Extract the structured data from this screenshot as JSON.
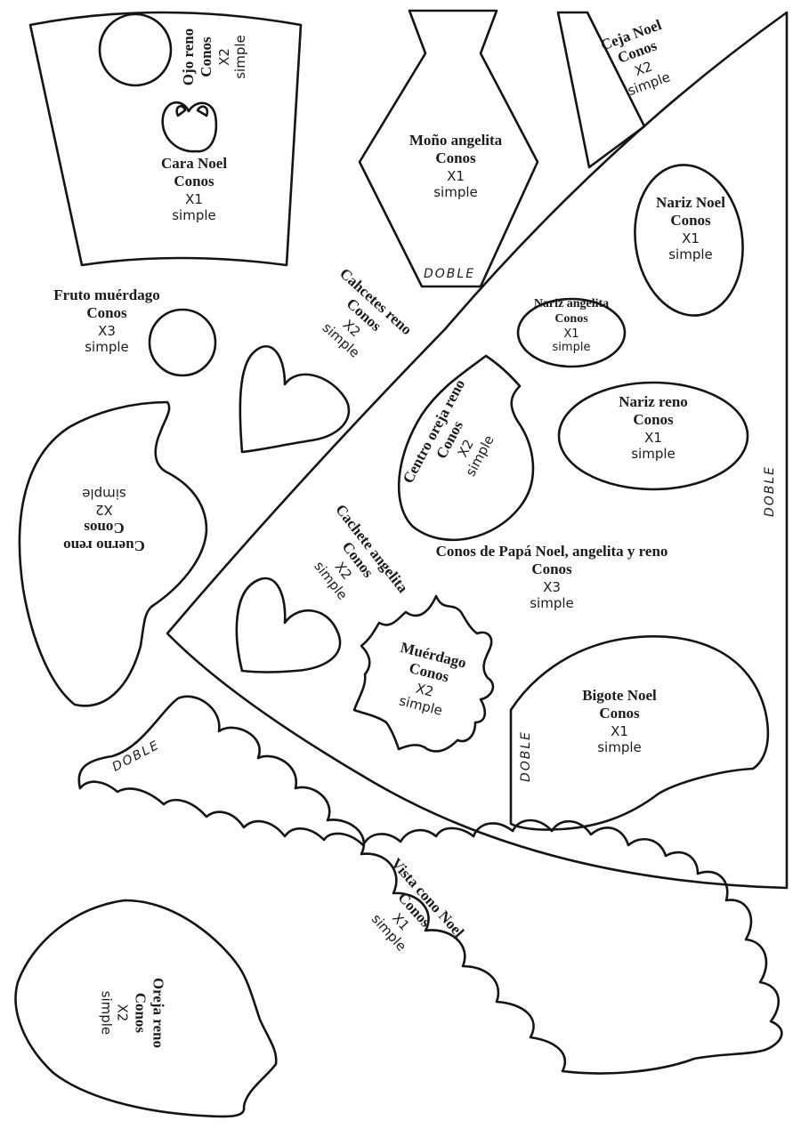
{
  "pieces": {
    "cara_noel": {
      "title": [
        "Cara Noel",
        "Conos"
      ],
      "qty": "X1",
      "type": "simple"
    },
    "ojo_reno": {
      "title": [
        "Ojo reno",
        "Conos"
      ],
      "qty": "X2",
      "type": "simple"
    },
    "mono_angelita": {
      "title": [
        "Moño angelita",
        "Conos"
      ],
      "qty": "X1",
      "type": "simple",
      "fold": "DOBLE"
    },
    "ceja_noel": {
      "title": [
        "Ceja Noel",
        "Conos"
      ],
      "qty": "X2",
      "type": "simple"
    },
    "fruto_muerdago": {
      "title": [
        "Fruto muérdago",
        "Conos"
      ],
      "qty": "X3",
      "type": "simple"
    },
    "cachetes_reno": {
      "title": [
        "Cahcetes reno",
        "Conos"
      ],
      "qty": "X2",
      "type": "simple"
    },
    "nariz_noel": {
      "title": [
        "Nariz Noel",
        "Conos"
      ],
      "qty": "X1",
      "type": "simple"
    },
    "nariz_angelita": {
      "title": [
        "Nariz angelita",
        "Conos"
      ],
      "qty": "X1",
      "type": "simple"
    },
    "nariz_reno": {
      "title": [
        "Nariz reno",
        "Conos"
      ],
      "qty": "X1",
      "type": "simple"
    },
    "centro_oreja": {
      "title": [
        "Centro oreja reno",
        "Conos"
      ],
      "qty": "X2",
      "type": "simple"
    },
    "cuerno_reno": {
      "title": [
        "Cuerno reno",
        "Conos"
      ],
      "qty": "X2",
      "type": "simple"
    },
    "cachete_angelita": {
      "title": [
        "Cachete angelita",
        "Conos"
      ],
      "qty": "X2",
      "type": "simple"
    },
    "conos": {
      "title": [
        "Conos de Papá Noel, angelita y reno",
        "Conos"
      ],
      "qty": "X3",
      "type": "simple",
      "fold": "DOBLE"
    },
    "muerdago": {
      "title": [
        "Muérdago",
        "Conos"
      ],
      "qty": "X2",
      "type": "simple"
    },
    "bigote_noel": {
      "title": [
        "Bigote Noel",
        "Conos"
      ],
      "qty": "X1",
      "type": "simple",
      "fold": "DOBLE"
    },
    "vista_cono": {
      "title": [
        "Vista cono Noel",
        "Conos"
      ],
      "qty": "X1",
      "type": "simple",
      "fold": "DOBLE"
    },
    "oreja_reno": {
      "title": [
        "Oreja reno",
        "Conos"
      ],
      "qty": "X2",
      "type": "simple"
    }
  },
  "colors": {
    "ink": "#141414",
    "paper": "#ffffff"
  }
}
